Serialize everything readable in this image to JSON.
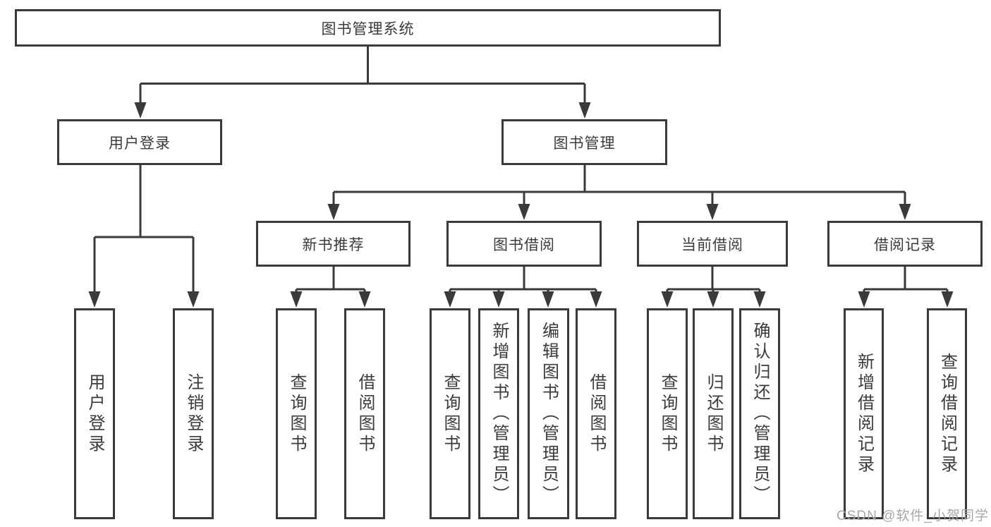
{
  "colors": {
    "line": "#3a3a3a",
    "box_border": "#3a3a3a",
    "text": "#3b3b3b",
    "watermark": "#a8a8a8",
    "background": "#ffffff"
  },
  "watermark": {
    "text": "CSDN @软件_小贺同学"
  },
  "nodes": {
    "root": {
      "label": "图书管理系统",
      "children": [
        "user_login",
        "book_management"
      ]
    },
    "user_login": {
      "label": "用户登录",
      "children": [
        "login",
        "logout"
      ]
    },
    "book_management": {
      "label": "图书管理",
      "children": [
        "new_book_recommend",
        "book_borrow",
        "current_borrow",
        "borrow_records"
      ]
    },
    "new_book_recommend": {
      "label": "新书推荐",
      "children": [
        "rec_query_books",
        "rec_borrow_books"
      ]
    },
    "book_borrow": {
      "label": "图书借阅",
      "children": [
        "bb_query_books",
        "bb_add_book_admin",
        "bb_edit_book_admin",
        "bb_borrow_books"
      ]
    },
    "current_borrow": {
      "label": "当前借阅",
      "children": [
        "cb_query_books",
        "cb_return_books",
        "cb_confirm_return_admin"
      ]
    },
    "borrow_records": {
      "label": "借阅记录",
      "children": [
        "br_add_record",
        "br_query_record"
      ]
    },
    "login": {
      "label": "用户登录"
    },
    "logout": {
      "label": "注销登录"
    },
    "rec_query_books": {
      "label": "查询图书"
    },
    "rec_borrow_books": {
      "label": "借阅图书"
    },
    "bb_query_books": {
      "label": "查询图书"
    },
    "bb_add_book_admin": {
      "label": "新增图书（管理员）"
    },
    "bb_edit_book_admin": {
      "label": "编辑图书（管理员）"
    },
    "bb_borrow_books": {
      "label": "借阅图书"
    },
    "cb_query_books": {
      "label": "查询图书"
    },
    "cb_return_books": {
      "label": "归还图书"
    },
    "cb_confirm_return_admin": {
      "label": "确认归还（管理员）"
    },
    "br_add_record": {
      "label": "新增借阅记录"
    },
    "br_query_record": {
      "label": "查询借阅记录"
    }
  }
}
